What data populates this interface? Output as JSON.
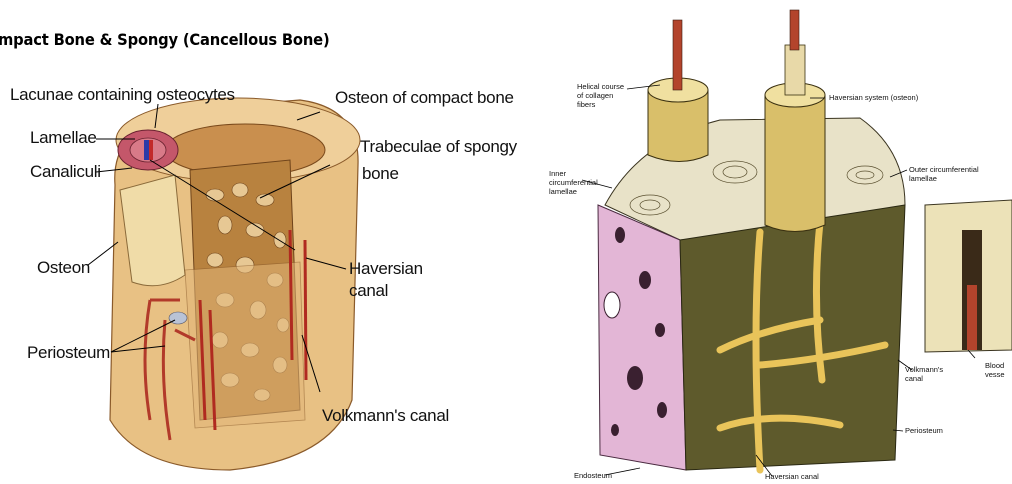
{
  "left_figure": {
    "title": "mpact Bone & Spongy (Cancellous Bone)",
    "labels": {
      "lacunae": "Lacunae containing osteocytes",
      "lamellae": "Lamellae",
      "canaliculi": "Canaliculi",
      "osteon": "Osteon",
      "periosteum": "Periosteum",
      "osteon_compact": "Osteon of compact bone",
      "trabeculae_line1": "Trabeculae of  spongy",
      "trabeculae_line2": "bone",
      "haversian_line1": "Haversian",
      "haversian_line2": "canal",
      "volkmann": "Volkmann's canal"
    }
  },
  "right_figure": {
    "labels": {
      "helical_line1": "Helical course",
      "helical_line2": "of collagen",
      "helical_line3": "fibers",
      "haversian_system": "Haversian system (osteon)",
      "inner_line1": "Inner",
      "inner_line2": "circumferential",
      "inner_line3": "lamellae",
      "outer_line1": "Outer circumferential",
      "outer_line2": "lamellae",
      "volkmann_line1": "Volkmann's",
      "volkmann_line2": "canal",
      "periosteum": "Periosteum",
      "endosteum": "Endosteum",
      "haversian_canal": "Haversian canal",
      "blood_line1": "Blood",
      "blood_line2": "vesse"
    }
  },
  "colors": {
    "bone_tan": "#e7c48a",
    "spongy_brown": "#b07a3c",
    "periosteum_red": "#b23a2a",
    "compact_olive": "#5e5a2c",
    "spongy_pink": "#e3b6d6",
    "canal_yellow": "#e9c45a"
  }
}
